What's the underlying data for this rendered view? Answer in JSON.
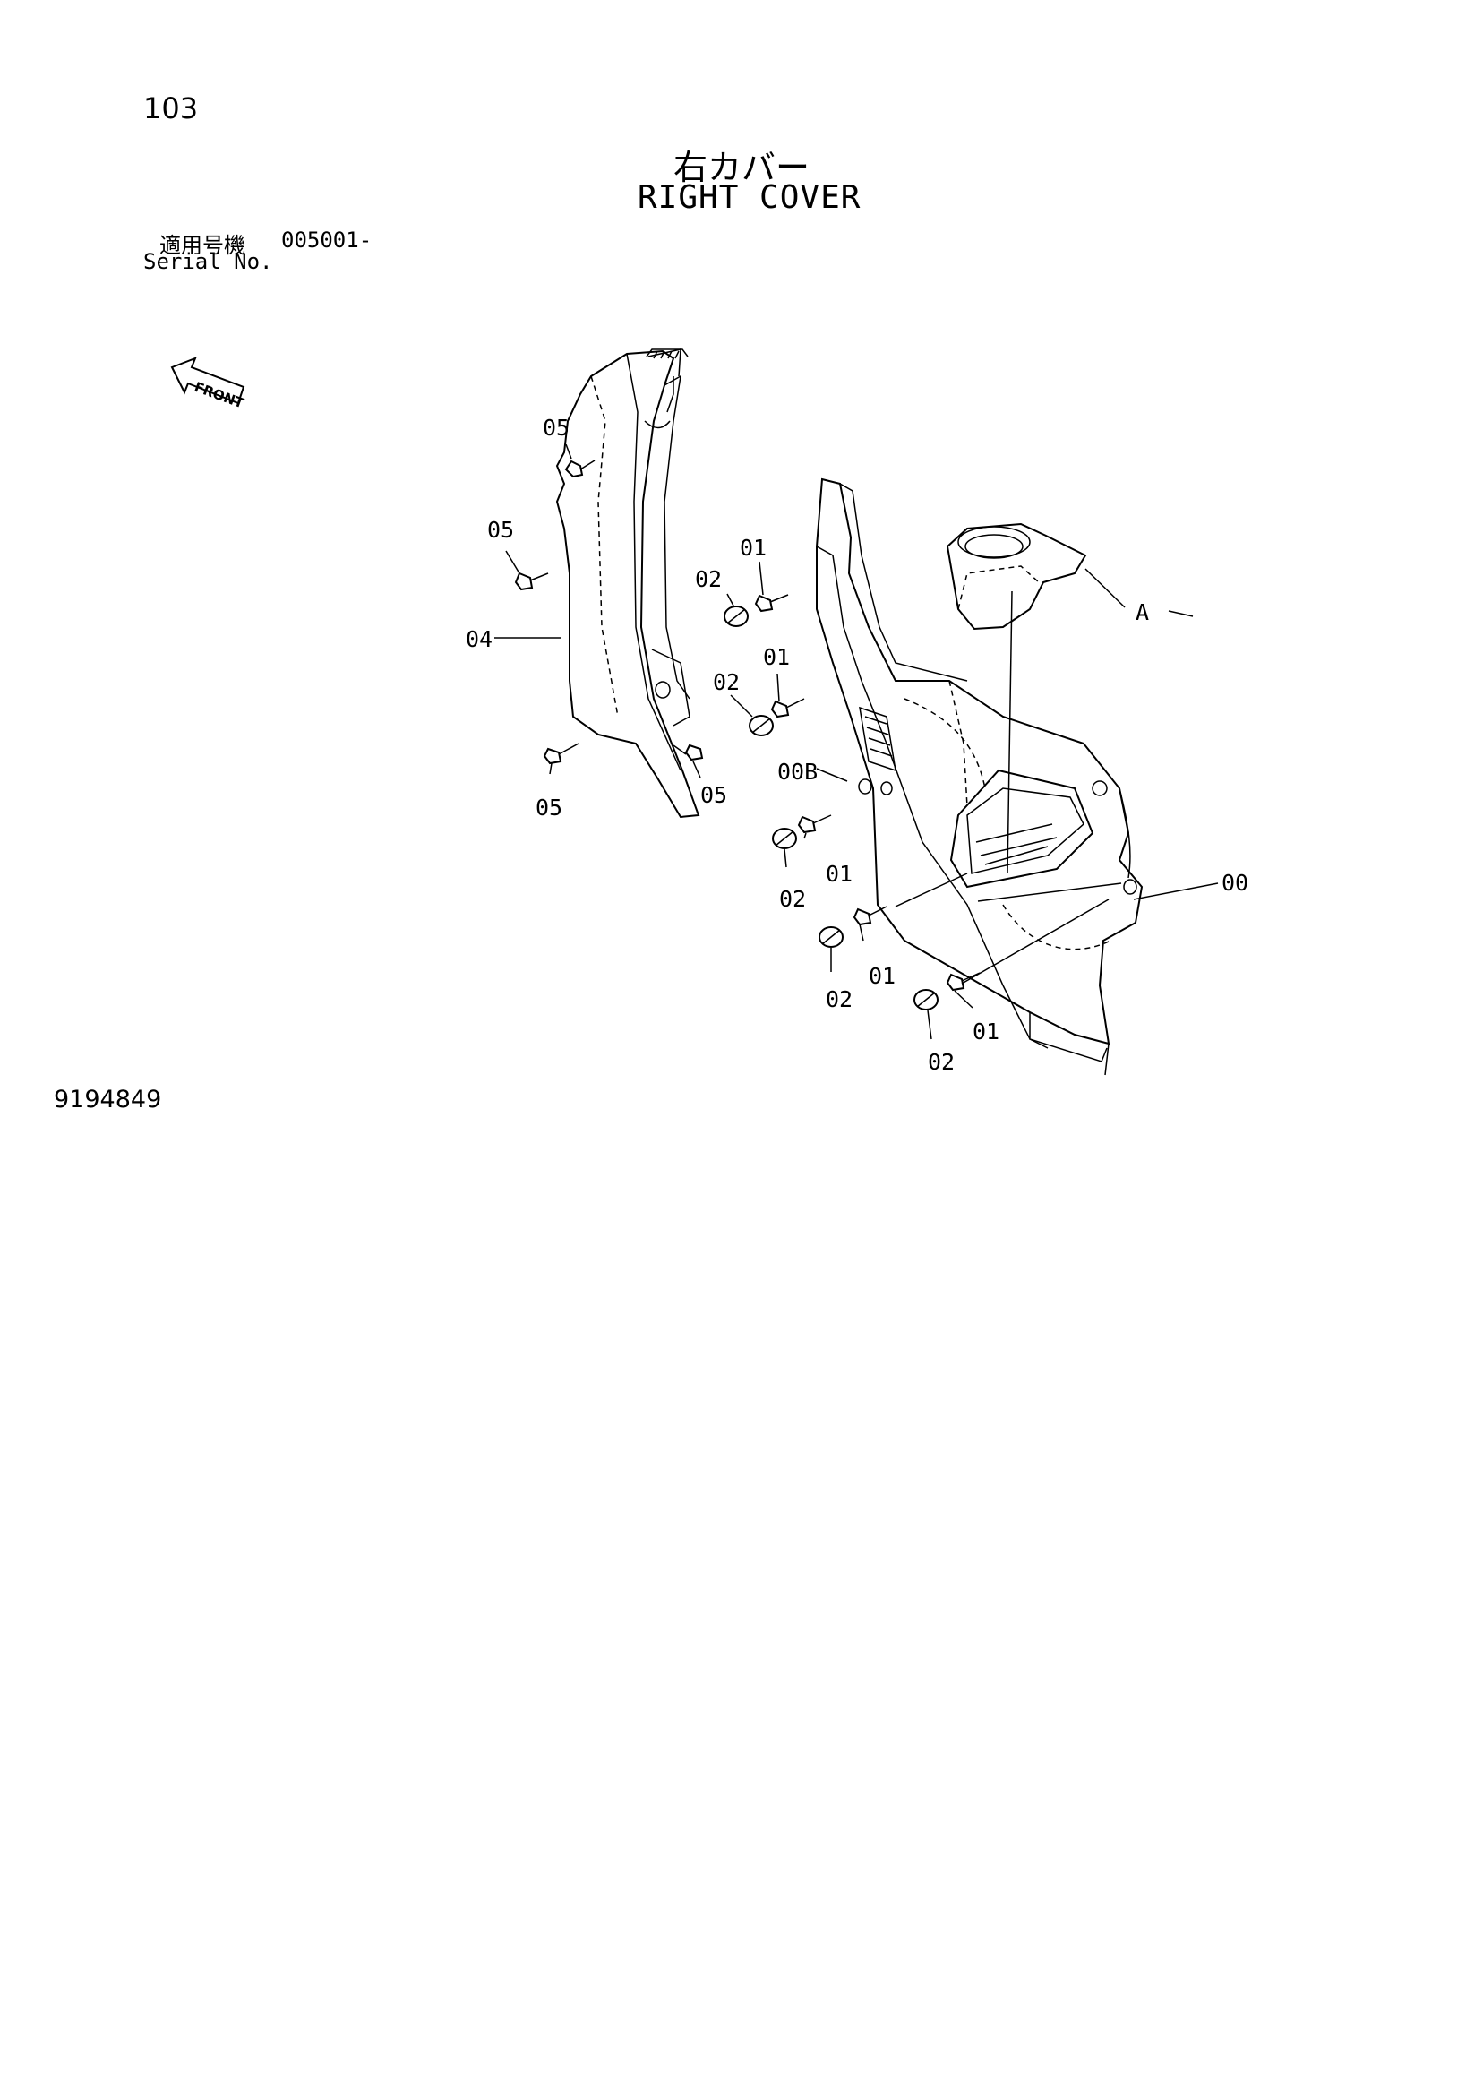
{
  "header": {
    "page_number": "103",
    "title_jp": "右カバー",
    "title_en": "RIGHT COVER",
    "serial_label_jp": "適用号機",
    "serial_range": "005001-",
    "serial_label_en": "Serial No."
  },
  "orientation": {
    "label": "FRONT",
    "icon": "front-arrow-icon"
  },
  "callouts": {
    "c05_top": "05",
    "c05_mid": "05",
    "c04": "04",
    "c05_bot_left": "05",
    "c05_bot_right": "05",
    "c02_a": "02",
    "c01_a": "01",
    "c01_b": "01",
    "c02_b": "02",
    "c00B": "00B",
    "c02_c": "02",
    "c01_c": "01",
    "c01_d": "01",
    "c02_d": "02",
    "c01_e": "01",
    "c02_e": "02",
    "cA": "A",
    "c00": "00"
  },
  "footer": {
    "drawing_number": "9194849"
  }
}
